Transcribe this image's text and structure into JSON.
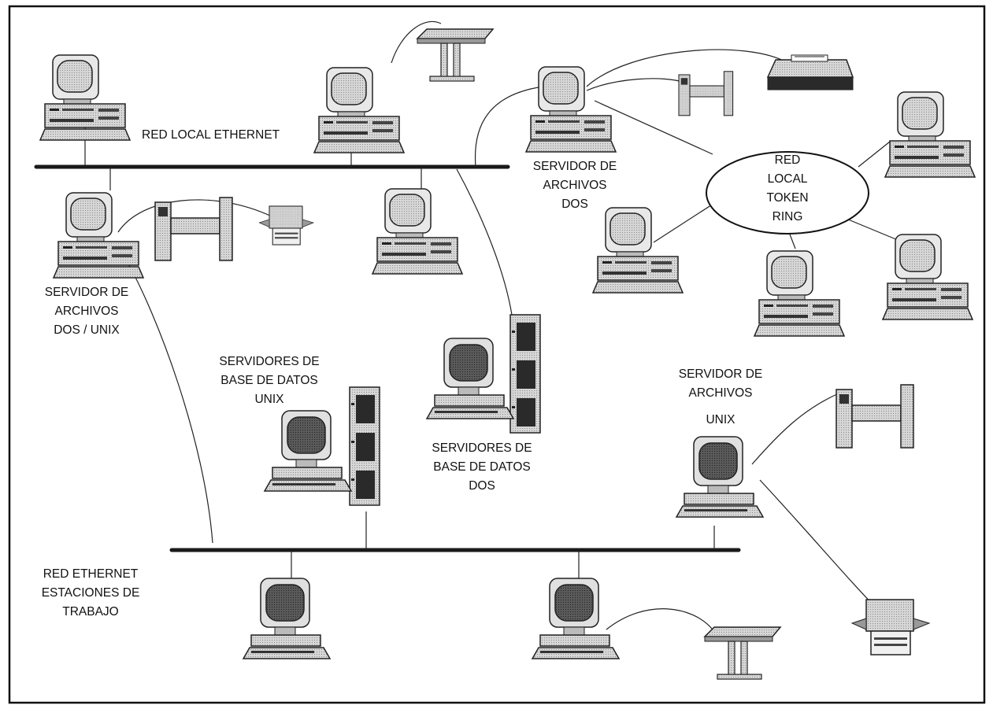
{
  "labels": {
    "red_local_ethernet": "RED LOCAL ETHERNET",
    "srv_dos_unix": [
      "SERVIDOR DE",
      "ARCHIVOS",
      "DOS / UNIX"
    ],
    "srv_dos_top": [
      "SERVIDOR DE",
      "ARCHIVOS",
      "DOS"
    ],
    "token_ring": [
      "RED",
      "LOCAL",
      "TOKEN",
      "RING"
    ],
    "db_unix": [
      "SERVIDORES  DE",
      "BASE DE  DATOS",
      "UNIX"
    ],
    "db_dos": [
      "SERVIDORES  DE",
      "BASE DE  DATOS",
      "DOS"
    ],
    "srv_unix": [
      "SERVIDOR DE",
      "ARCHIVOS",
      "UNIX"
    ],
    "red_ethernet_est": [
      "RED ETHERNET",
      "ESTACIONES DE",
      "TRABAJO"
    ]
  },
  "colors": {
    "line": "#1a1a1a",
    "screen": "#8a8a8a",
    "dark_screen": "#4a4a4a",
    "case": "#cfcfcf"
  }
}
